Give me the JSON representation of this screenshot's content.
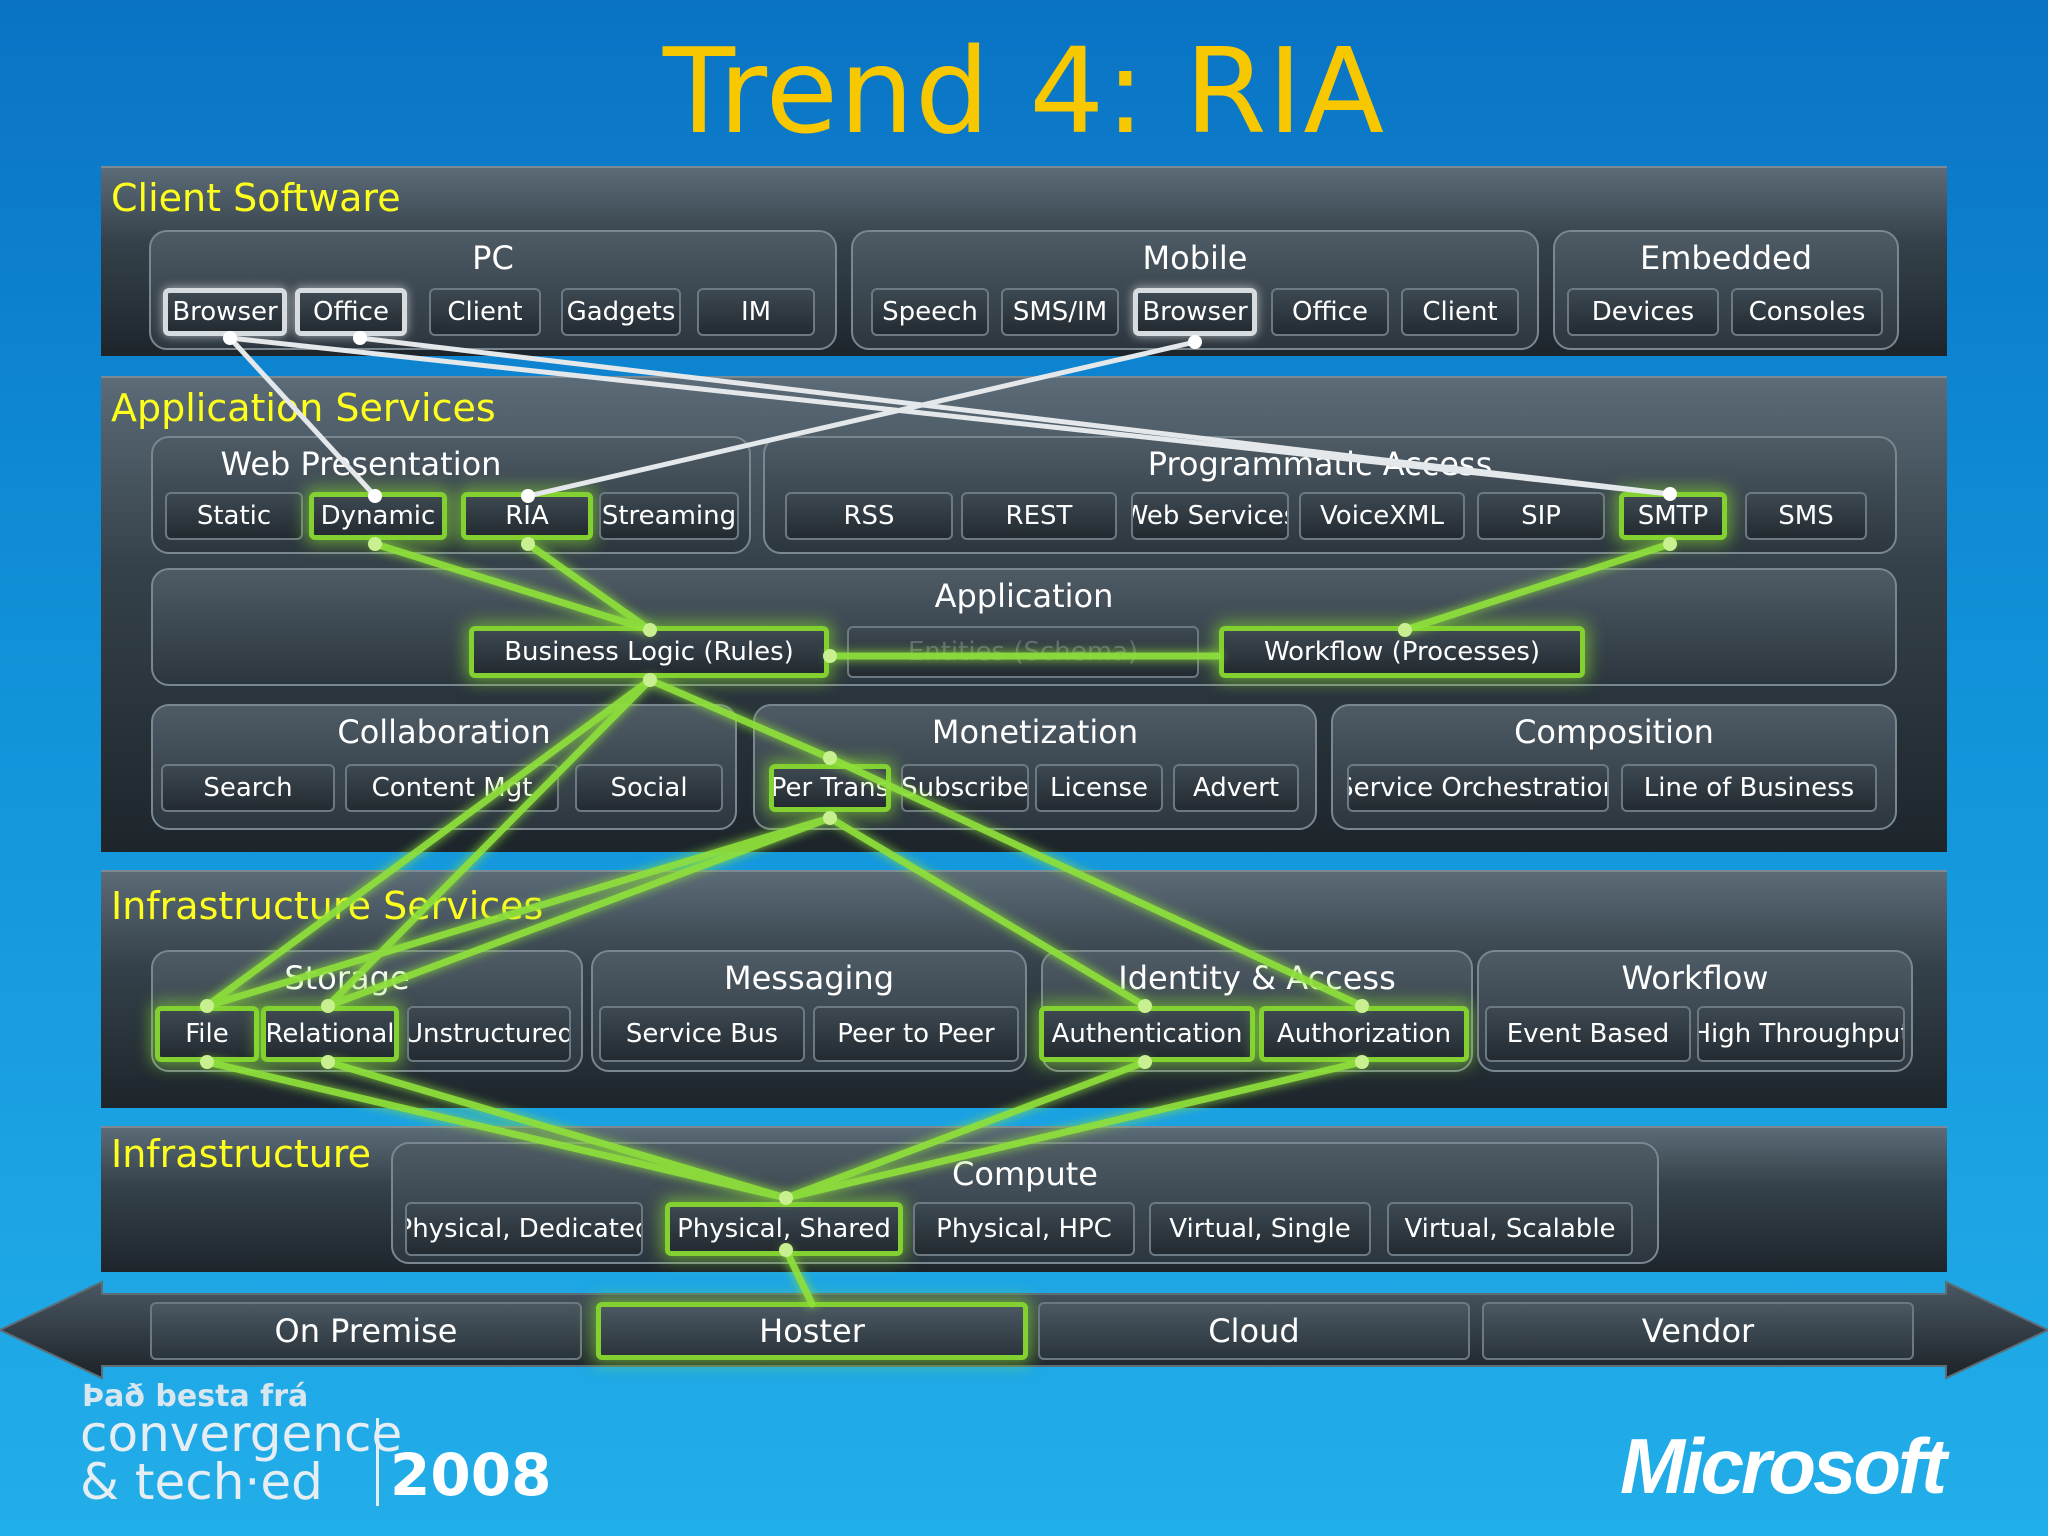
{
  "title": "Trend 4: RIA",
  "bands": {
    "client_software": {
      "label": "Client Software",
      "pc": {
        "title": "PC",
        "items": [
          "Browser",
          "Office",
          "Client",
          "Gadgets",
          "IM"
        ]
      },
      "mobile": {
        "title": "Mobile",
        "items": [
          "Speech",
          "SMS/IM",
          "Browser",
          "Office",
          "Client"
        ]
      },
      "embedded": {
        "title": "Embedded",
        "items": [
          "Devices",
          "Consoles"
        ]
      }
    },
    "application_services": {
      "label": "Application Services",
      "web_presentation": {
        "title": "Web Presentation",
        "items": [
          "Static",
          "Dynamic",
          "RIA",
          "Streaming"
        ]
      },
      "programmatic_access": {
        "title": "Programmatic Access",
        "items": [
          "RSS",
          "REST",
          "Web Services",
          "VoiceXML",
          "SIP",
          "SMTP",
          "SMS"
        ]
      },
      "application": {
        "title": "Application",
        "items": [
          "Business Logic (Rules)",
          "Entities (Schema)",
          "Workflow (Processes)"
        ]
      },
      "collaboration": {
        "title": "Collaboration",
        "items": [
          "Search",
          "Content Mgt",
          "Social"
        ]
      },
      "monetization": {
        "title": "Monetization",
        "items": [
          "Per Trans",
          "Subscribe",
          "License",
          "Advert"
        ]
      },
      "composition": {
        "title": "Composition",
        "items": [
          "Service Orchestration",
          "Line of Business"
        ]
      }
    },
    "infrastructure_services": {
      "label": "Infrastructure Services",
      "storage": {
        "title": "Storage",
        "items": [
          "File",
          "Relational",
          "Unstructured"
        ]
      },
      "messaging": {
        "title": "Messaging",
        "items": [
          "Service Bus",
          "Peer to Peer"
        ]
      },
      "identity": {
        "title": "Identity & Access",
        "items": [
          "Authentication",
          "Authorization"
        ]
      },
      "workflow": {
        "title": "Workflow",
        "items": [
          "Event Based",
          "High Throughput"
        ]
      }
    },
    "infrastructure": {
      "label": "Infrastructure",
      "compute": {
        "title": "Compute",
        "items": [
          "Physical, Dedicated",
          "Physical, Shared",
          "Physical, HPC",
          "Virtual, Single",
          "Virtual, Scalable"
        ]
      }
    }
  },
  "hosting": [
    "On Premise",
    "Hoster",
    "Cloud",
    "Vendor"
  ],
  "footer": {
    "conference_line1": "Það besta frá",
    "conference_line2": "convergence",
    "conference_line3": "& tech·ed",
    "conference_year": "2008",
    "logo": "Microsoft"
  },
  "colors": {
    "title": "#f7c800",
    "band_label": "#ffff1e",
    "highlight_green": "#82d130",
    "highlight_white": "#d7dce0",
    "background": "#1193da"
  },
  "connections": {
    "white": [
      [
        "Browser (PC)",
        "Dynamic"
      ],
      [
        "Browser (PC)",
        "SMTP"
      ],
      [
        "Office (PC)",
        "SMTP"
      ],
      [
        "Browser (Mobile)",
        "RIA"
      ]
    ],
    "green": [
      [
        "Dynamic",
        "Business Logic (Rules)"
      ],
      [
        "RIA",
        "Business Logic (Rules)"
      ],
      [
        "SMTP",
        "Workflow (Processes)"
      ],
      [
        "Business Logic (Rules)",
        "Workflow (Processes)"
      ],
      [
        "Business Logic (Rules)",
        "Per Trans"
      ],
      [
        "Business Logic (Rules)",
        "File"
      ],
      [
        "Business Logic (Rules)",
        "Relational"
      ],
      [
        "Per Trans",
        "File"
      ],
      [
        "Per Trans",
        "Relational"
      ],
      [
        "Per Trans",
        "Authentication"
      ],
      [
        "Per Trans",
        "Authorization"
      ],
      [
        "File",
        "Physical, Shared"
      ],
      [
        "Relational",
        "Physical, Shared"
      ],
      [
        "Authentication",
        "Physical, Shared"
      ],
      [
        "Authorization",
        "Physical, Shared"
      ],
      [
        "Physical, Shared",
        "Hoster"
      ]
    ]
  }
}
